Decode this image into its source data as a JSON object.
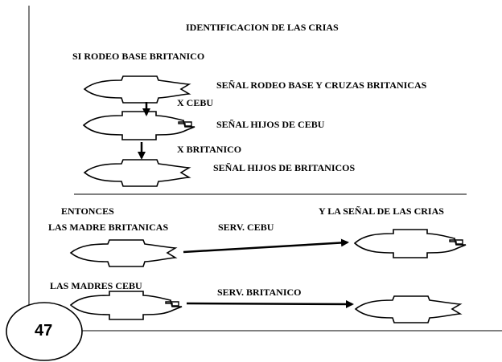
{
  "slide": {
    "title": "IDENTIFICACION DE LAS CRIAS",
    "subtitle": "SI RODEO BASE BRITANICO",
    "labels": {
      "senal_rodeo": "SEÑAL RODEO BASE Y CRUZAS BRITANICAS",
      "x_cebu": "X CEBU",
      "senal_hijos_cebu": "SEÑAL HIJOS DE CEBU",
      "x_britanico": "X BRITANICO",
      "senal_hijos_britanicos": "SEÑAL HIJOS DE BRITANICOS",
      "entonces": "ENTONCES",
      "madre_britanicas": "LAS MADRE BRITANICAS",
      "serv_cebu": "SERV. CEBU",
      "y_senal_crias": "Y LA SEÑAL DE LAS CRIAS",
      "madres_cebu": "LAS MADRES CEBU",
      "serv_britanico": "SERV. BRITANICO"
    },
    "page_number": "47"
  }
}
